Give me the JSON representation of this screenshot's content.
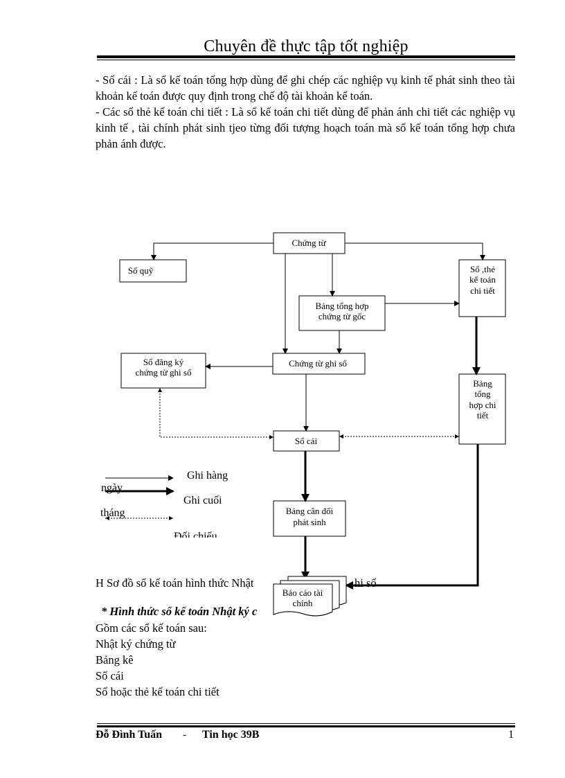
{
  "header": {
    "title": "Chuyên đề thực tập tốt nghiệp"
  },
  "paragraphs": [
    "- Sổ cái : Là sổ kế toán tổng hợp dùng để ghi chép các nghiệp vụ kinh tế phát sinh theo tài khoản kế toán được quy định trong chế độ tài khoản kế toán.",
    "- Các sổ thẻ kế toán chi tiết : Là sổ kế toán chi tiết dùng để phản ánh chi tiết các nghiệp vụ kinh tế , tài chính phát sinh tjeo từng đối tượng hoạch toán mà sổ kế toán tổng hợp chưa phản ánh được."
  ],
  "diagram": {
    "chung_tu": "Chứng từ",
    "so_quy": "Sổ quỹ",
    "so_the_line1": "Sổ ,thẻ",
    "so_the_line2": "kế toán",
    "so_the_line3": "chi tiết",
    "bang_tong_hop_goc_line1": "Bảng tổng hợp",
    "bang_tong_hop_goc_line2": "chứng từ gốc",
    "so_dang_ky_line1": "Sổ đăng ký",
    "so_dang_ky_line2": "chứng từ ghi sổ",
    "chung_tu_ghi_so": "Chứng từ ghi  sổ",
    "bang_tong_hop_ct_line1": "Bảng",
    "bang_tong_hop_ct_line2": "tổng",
    "bang_tong_hop_ct_line3": "hợp chi",
    "bang_tong_hop_ct_line4": "tiết",
    "so_cai": "Sổ cái",
    "bang_can_doi_line1": "Bảng cân đối",
    "bang_can_doi_line2": "phát sinh",
    "bao_cao_line1": "Báo cáo tài",
    "bao_cao_line2": "chính"
  },
  "legend": {
    "ghi_hang": "Ghi hàng",
    "ngay": "ngày",
    "ghi_cuoi": "Ghi cuối",
    "thang": "tháng",
    "doi_chieu": "Đối  chiếu"
  },
  "caption_left": "H Sơ đồ sổ kế toán hình thức Nhật",
  "caption_right": "hi sổ",
  "section_heading": "* Hình thức sổ kế toán Nhật ký c",
  "list_intro": "Gồm các sổ kế toán sau:",
  "list_items": [
    "Nhật ký chứng từ",
    "Bảng kê",
    "Sổ cái",
    "Sổ hoặc thẻ kế toán chi tiết"
  ],
  "footer": {
    "author": "Đỗ Đình Tuấn",
    "separator": "-",
    "class": "Tin học 39B",
    "page": "1"
  }
}
